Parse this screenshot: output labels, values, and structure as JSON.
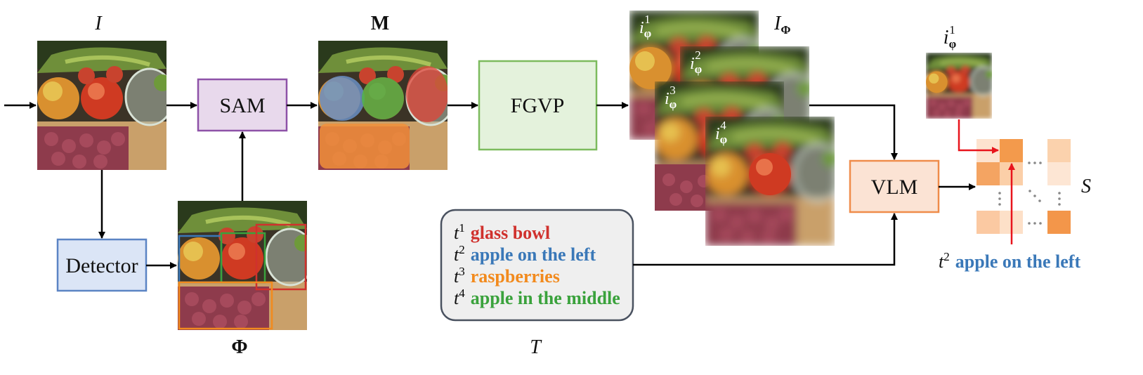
{
  "labels": {
    "image": "I",
    "masks": "M",
    "boxes": "Φ",
    "prompted_images": "I",
    "prompted_images_sub": "Φ",
    "texts": "T",
    "scores": "S"
  },
  "boxes": {
    "sam": "SAM",
    "fgvp": "FGVP",
    "detector": "Detector",
    "vlm": "VLM"
  },
  "thumbnails": [
    {
      "base": "i",
      "sub": "φ",
      "sup": "1"
    },
    {
      "base": "i",
      "sub": "φ",
      "sup": "2"
    },
    {
      "base": "i",
      "sub": "φ",
      "sup": "3"
    },
    {
      "base": "i",
      "sub": "φ",
      "sup": "4"
    }
  ],
  "texts": [
    {
      "var": "t",
      "sup": "1",
      "text": "glass bowl",
      "color": "#d0312d"
    },
    {
      "var": "t",
      "sup": "2",
      "text": "apple on the left",
      "color": "#3a78b8"
    },
    {
      "var": "t",
      "sup": "3",
      "text": "raspberries",
      "color": "#f28a1d"
    },
    {
      "var": "t",
      "sup": "4",
      "text": "apple in the middle",
      "color": "#3aa23c"
    }
  ],
  "query_image": {
    "base": "i",
    "sub": "φ",
    "sup": "1"
  },
  "query_text": {
    "var": "t",
    "sup": "2",
    "text": "apple on the left",
    "color": "#3a78b8"
  },
  "colors": {
    "sam_fill": "#e8d9ec",
    "sam_stroke": "#8e52a8",
    "fgvp_fill": "#e4f2dc",
    "fgvp_stroke": "#7cbb5e",
    "detector_fill": "#dbe5f6",
    "detector_stroke": "#5b84c4",
    "vlm_fill": "#fbe3d4",
    "vlm_stroke": "#ef8c4a",
    "text_panel_fill": "#efefef",
    "text_panel_stroke": "#4a5260",
    "arrow": "#000000",
    "highlight_arrow": "#e8141c"
  }
}
